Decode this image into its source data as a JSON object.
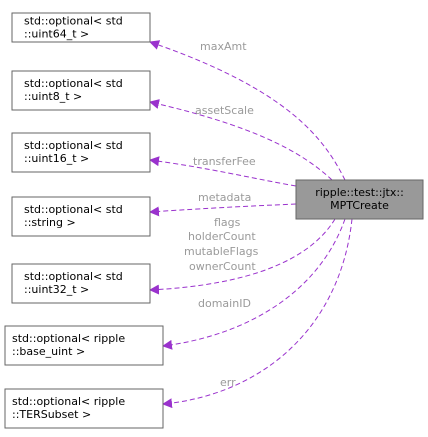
{
  "colors": {
    "node_fill": "#ffffff",
    "node_border": "#666666",
    "root_fill": "#999999",
    "root_border": "#666666",
    "edge": "#9a32cd",
    "edge_label": "#9a9a9a"
  },
  "root": {
    "line1": "ripple::test::jtx::",
    "line2": "MPTCreate"
  },
  "nodes": [
    {
      "line1": "std::optional< std",
      "line2": "::uint64_t >"
    },
    {
      "line1": "std::optional< std",
      "line2": "::uint8_t >"
    },
    {
      "line1": "std::optional< std",
      "line2": "::uint16_t >"
    },
    {
      "line1": "std::optional< std",
      "line2": "::string >"
    },
    {
      "line1": "std::optional< std",
      "line2": "::uint32_t >"
    },
    {
      "line1": "std::optional< ripple",
      "line2": "::base_uint >"
    },
    {
      "line1": "std::optional< ripple",
      "line2": "::TERSubset >"
    }
  ],
  "edge_labels": {
    "maxAmt": "maxAmt",
    "assetScale": "assetScale",
    "transferFee": "transferFee",
    "metadata": "metadata",
    "flags": "flags",
    "holderCount": "holderCount",
    "mutableFlags": "mutableFlags",
    "ownerCount": "ownerCount",
    "domainID": "domainID",
    "err": "err"
  }
}
